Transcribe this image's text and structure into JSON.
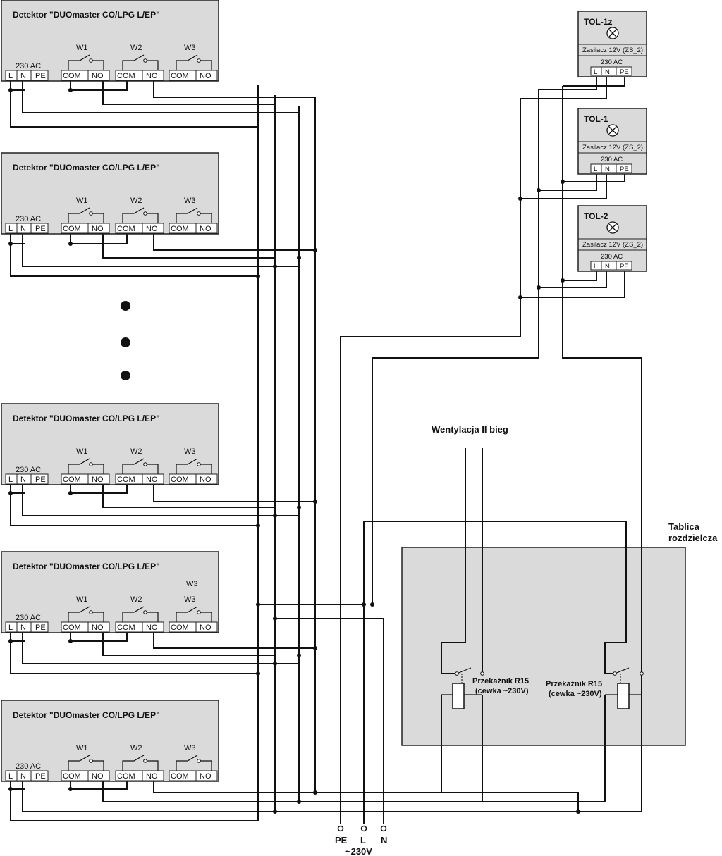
{
  "detector": {
    "title": "Detektor \"DUOmaster CO/LPG L/EP\"",
    "power_label": "230 AC",
    "terminals_power": [
      "L",
      "N",
      "PE"
    ],
    "relays": [
      {
        "name": "W1",
        "terminals": [
          "COM",
          "NO"
        ]
      },
      {
        "name": "W2",
        "terminals": [
          "COM",
          "NO"
        ]
      },
      {
        "name": "W3",
        "terminals": [
          "COM",
          "NO"
        ]
      }
    ],
    "extra_w3_label": "W3"
  },
  "indicators": [
    {
      "name": "TOL-1z"
    },
    {
      "name": "TOL-1"
    },
    {
      "name": "TOL-2"
    }
  ],
  "indicator_common": {
    "supply": "Zasilacz 12V (ZS_2)",
    "power_label": "230 AC",
    "terminals": [
      "L",
      "N",
      "PE"
    ]
  },
  "ventilation_label": "Wentylacja II bieg",
  "panel": {
    "title_line1": "Tablica",
    "title_line2": "rozdzielcza"
  },
  "relays_r15": [
    {
      "line1": "Przekaźnik R15",
      "line2": "(cewka ~230V)"
    },
    {
      "line1": "Przekaźnik R15",
      "line2": "(cewka ~230V)"
    }
  ],
  "supply": {
    "terminals": [
      "PE",
      "L",
      "N"
    ],
    "voltage": "~230V"
  },
  "continuation_dots": 3
}
